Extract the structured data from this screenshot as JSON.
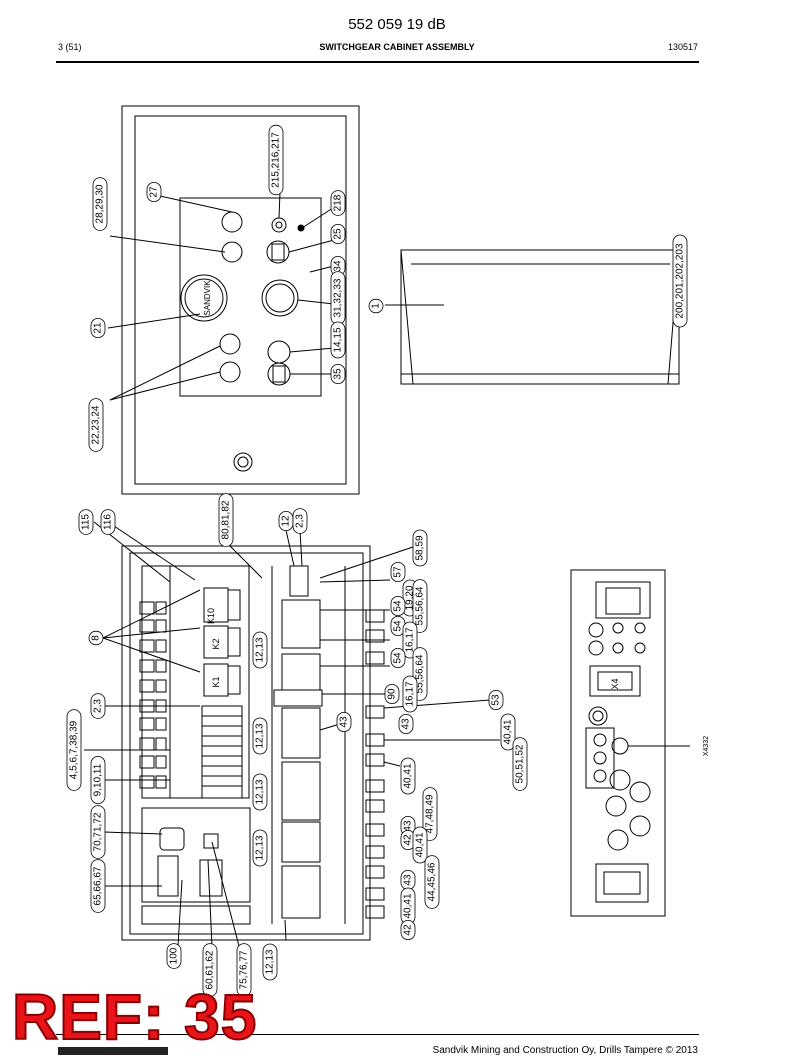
{
  "header": {
    "doc_code": "552 059 19 dB",
    "page": "3 (51)",
    "title": "SWITCHGEAR CABINET ASSEMBLY",
    "date": "130517"
  },
  "callouts_top": [
    "28,29,30",
    "27",
    "215,216,217",
    "218",
    "25",
    "34",
    "21",
    "31,32,33",
    "1",
    "14,15",
    "35",
    "22,23,24",
    "200,201,202,203"
  ],
  "callouts_bottom_left": [
    "115",
    "116",
    "8",
    "2,3",
    "4,5,6,7,38,39",
    "9,10,11",
    "70,71,72",
    "65,66,67",
    "100",
    "60,61,62",
    "75,76,77",
    "12,13"
  ],
  "callouts_bottom_mid": [
    "80,81,82",
    "12",
    "2,3",
    "12,13",
    "12,13",
    "12,13",
    "12,13",
    "58,59",
    "57",
    "19,20",
    "55,56,64",
    "54",
    "54",
    "16,17",
    "54",
    "55,56,64",
    "90",
    "16,17",
    "43",
    "43",
    "53",
    "40,41",
    "50,51,52",
    "40,41",
    "47,48,49",
    "43",
    "42",
    "40,41",
    "44,45,46",
    "43",
    "40,41",
    "42"
  ],
  "panel_labels": {
    "brand": "SANDVIK",
    "k10": "K10",
    "k2": "K2",
    "k1": "K1",
    "x4": "X4",
    "x4332": "X4332"
  },
  "stamp": "REF: 35",
  "footer": {
    "copyright": "Sandvik Mining and Construction Oy, Drills Tampere © 2013"
  }
}
